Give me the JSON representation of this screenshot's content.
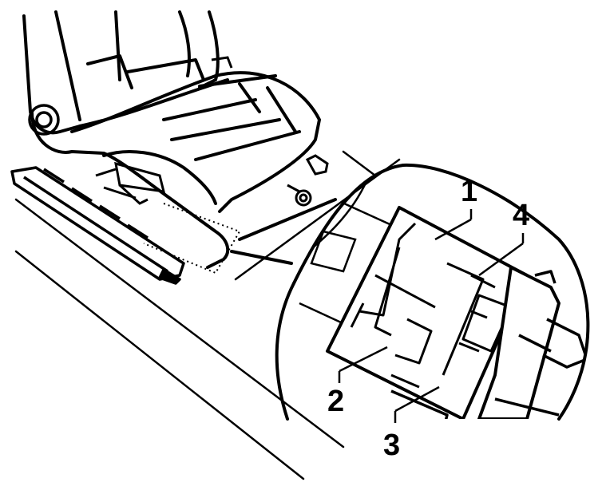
{
  "diagram": {
    "line_color": "#000000",
    "background": "#ffffff",
    "callouts": [
      {
        "id": "callout-1",
        "label": "1"
      },
      {
        "id": "callout-2",
        "label": "2"
      },
      {
        "id": "callout-3",
        "label": "3"
      },
      {
        "id": "callout-4",
        "label": "4"
      }
    ]
  }
}
